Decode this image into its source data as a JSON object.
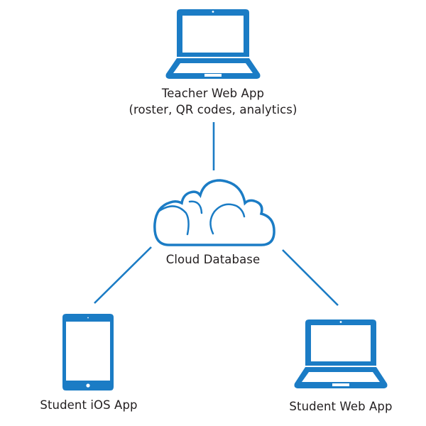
{
  "colors": {
    "accent": "#1b7cc5",
    "text": "#231f20",
    "background": "#ffffff"
  },
  "nodes": {
    "teacher": {
      "title": "Teacher Web App",
      "subtitle": "(roster, QR codes, analytics)",
      "icon": "laptop-icon"
    },
    "cloud": {
      "title": "Cloud Database",
      "icon": "cloud-icon"
    },
    "student_ios": {
      "title": "Student iOS App",
      "icon": "tablet-icon"
    },
    "student_web": {
      "title": "Student Web App",
      "icon": "laptop-icon"
    }
  },
  "edges": [
    {
      "from": "teacher",
      "to": "cloud"
    },
    {
      "from": "cloud",
      "to": "student_ios"
    },
    {
      "from": "cloud",
      "to": "student_web"
    }
  ]
}
